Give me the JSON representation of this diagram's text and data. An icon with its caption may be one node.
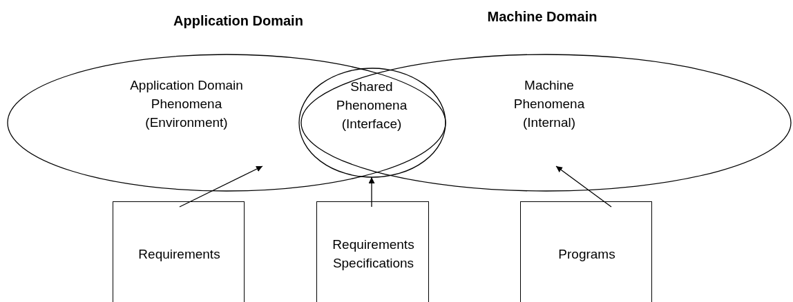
{
  "diagram": {
    "nodes": [
      {
        "text": [
          "Application Domain",
          "Application Domain Phenomena (Environment)"
        ]
      },
      {
        "text": [
          "Machine Domain",
          "Machine Phenomena (Internal)"
        ]
      },
      {
        "text": [
          "Shared Phenomena (Interface)"
        ]
      },
      {
        "text": [
          "Requirements"
        ]
      },
      {
        "text": [
          "Requirements Specifications"
        ]
      },
      {
        "text": [
          "Programs"
        ]
      }
    ],
    "edges": [
      {
        "from": 3,
        "to": 0,
        "arrow": "to"
      },
      {
        "from": 4,
        "to": 2,
        "arrow": "to"
      },
      {
        "from": 5,
        "to": 1,
        "arrow": "to"
      }
    ]
  }
}
